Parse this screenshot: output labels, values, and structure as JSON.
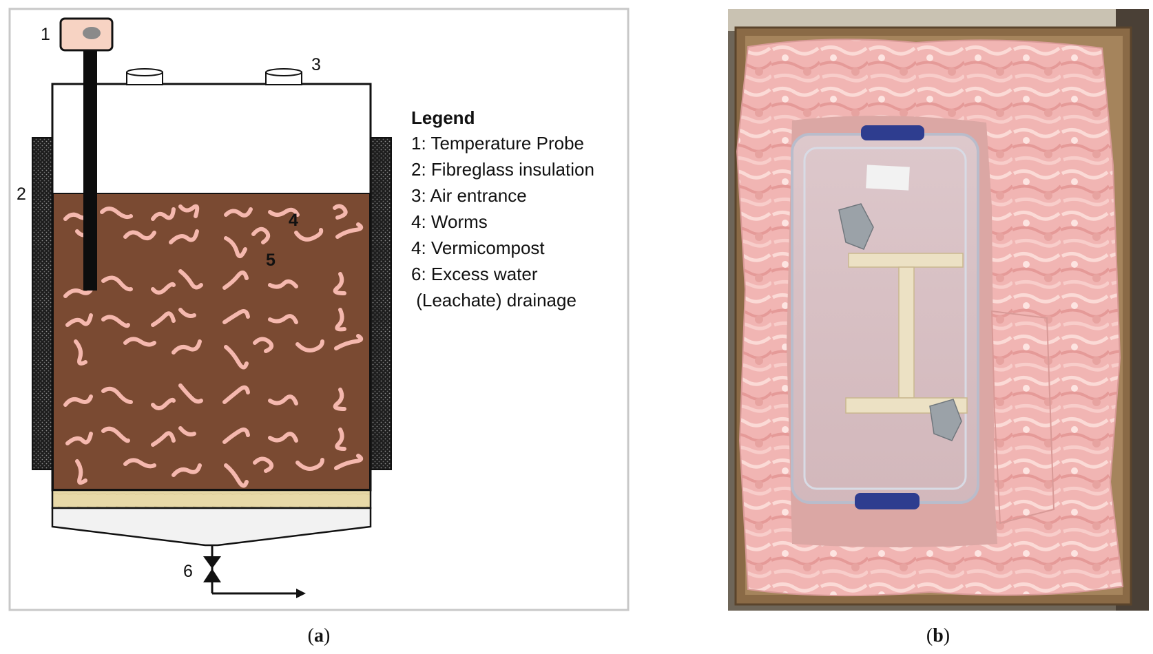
{
  "panel_a": {
    "component_labels": {
      "temperature_probe": "1",
      "insulation": "2",
      "air_entrance": "3",
      "worms": "4",
      "vermicompost": "5",
      "drainage": "6"
    },
    "legend": {
      "title": "Legend",
      "items": [
        "1: Temperature Probe",
        "2: Fibreglass insulation",
        "3: Air entrance",
        "4: Worms",
        "4: Vermicompost",
        "6: Excess water",
        " (Leachate) drainage"
      ]
    },
    "caption": {
      "open": "(",
      "letter": "a",
      "close": ")"
    }
  },
  "panel_b": {
    "caption": {
      "open": "(",
      "letter": "b",
      "close": ")"
    }
  },
  "colors": {
    "compost": "#7a4a32",
    "worm": "#f5b8ae",
    "insulation_panel": "#2a2a2a",
    "probe_head": "#f7d3c3",
    "filter_layer": "#e8d9a8",
    "fiberglass_pink": "#f0b6b4",
    "cardboard": "#8a6a46"
  },
  "icons": {
    "valve": "valve-icon",
    "outlet_arrow": "arrow-right-icon"
  }
}
